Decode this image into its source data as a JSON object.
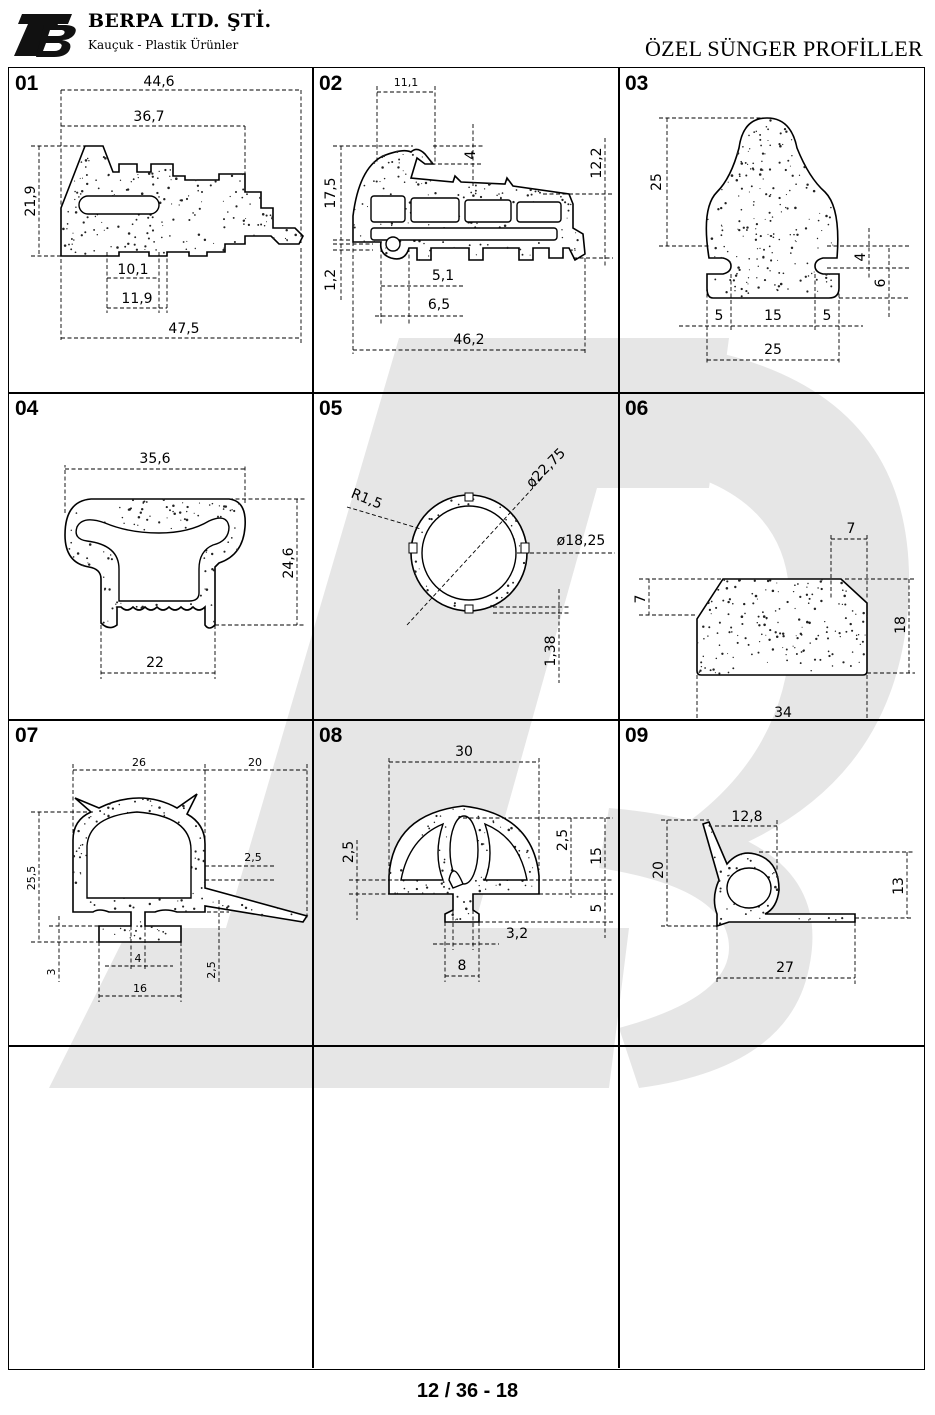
{
  "header": {
    "company_name": "BERPA LTD. ŞTİ.",
    "company_subtitle": "Kauçuk - Plastik Ürünler",
    "logo_icon": "berpa-b-logo-icon",
    "page_title": "ÖZEL SÜNGER PROFİLLER"
  },
  "profiles": [
    {
      "number": "01",
      "dims": [
        "44,6",
        "36,7",
        "21,9",
        "10,1",
        "11,9",
        "47,5"
      ]
    },
    {
      "number": "02",
      "dims": [
        "11,1",
        "4",
        "17,5",
        "12,2",
        "1,2",
        "5,1",
        "6,5",
        "46,2"
      ]
    },
    {
      "number": "03",
      "dims": [
        "25",
        "4",
        "6",
        "5",
        "15",
        "5",
        "25"
      ]
    },
    {
      "number": "04",
      "dims": [
        "35,6",
        "24,6",
        "22"
      ]
    },
    {
      "number": "05",
      "dims": [
        "R1,5",
        "ø22,75",
        "ø18,25",
        "1,38"
      ]
    },
    {
      "number": "06",
      "dims": [
        "7",
        "7",
        "18",
        "34"
      ]
    },
    {
      "number": "07",
      "dims": [
        "26",
        "20",
        "25,5",
        "2,5",
        "3",
        "4",
        "2,5",
        "16"
      ]
    },
    {
      "number": "08",
      "dims": [
        "30",
        "2,5",
        "2,5",
        "15",
        "5",
        "3,2",
        "8"
      ]
    },
    {
      "number": "09",
      "dims": [
        "12,8",
        "20",
        "13",
        "27"
      ]
    },
    {
      "number": "",
      "dims": []
    },
    {
      "number": "",
      "dims": []
    },
    {
      "number": "",
      "dims": []
    }
  ],
  "footer": {
    "page_code": "12 / 36 - 18"
  }
}
